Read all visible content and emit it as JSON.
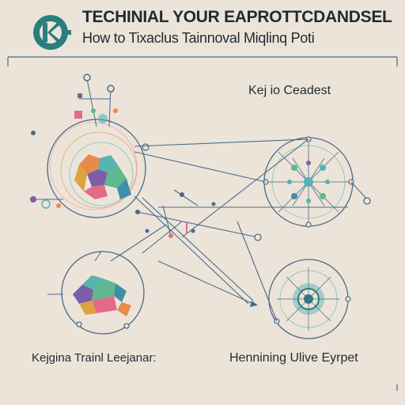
{
  "header": {
    "title": "TECHINIAL YOUR EAPROTTCDANDSEL",
    "subtitle": "How  to Tixaclus Tainnoval Miqlinq Poti"
  },
  "labels": {
    "right_top": "Kej io Ceadest",
    "bottom_left": "Kejgina Trainl Leejanar:",
    "bottom_right": "Hennining Ulive Eyrpet"
  },
  "colors": {
    "background": "#ece4d9",
    "line": "#4a6b8a",
    "teal": "#57b3b0",
    "purple": "#7b5ea7",
    "orange": "#e88a4a",
    "pink": "#e36b8a",
    "green": "#5fb88f",
    "logo": "#2b7d7e"
  }
}
